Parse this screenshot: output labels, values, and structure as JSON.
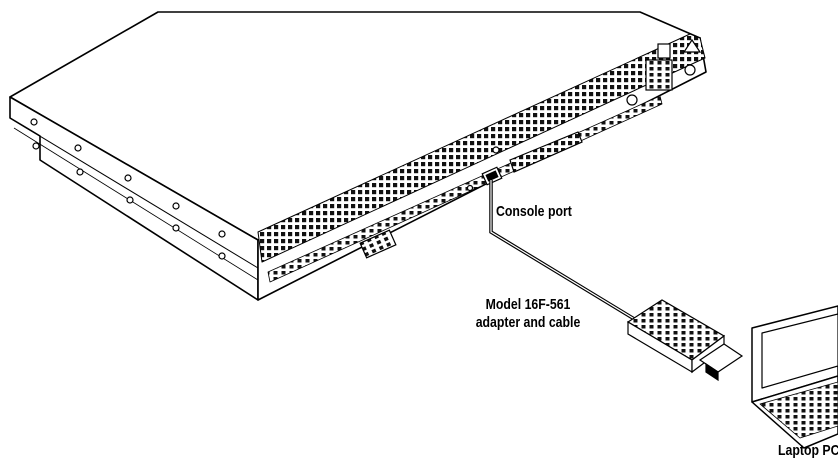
{
  "labels": {
    "console_port": "Console port",
    "adapter_line1": "Model 16F-561",
    "adapter_line2": "adapter and cable",
    "laptop": "Laptop PC"
  },
  "colors": {
    "line": "#000000",
    "background": "#ffffff"
  }
}
